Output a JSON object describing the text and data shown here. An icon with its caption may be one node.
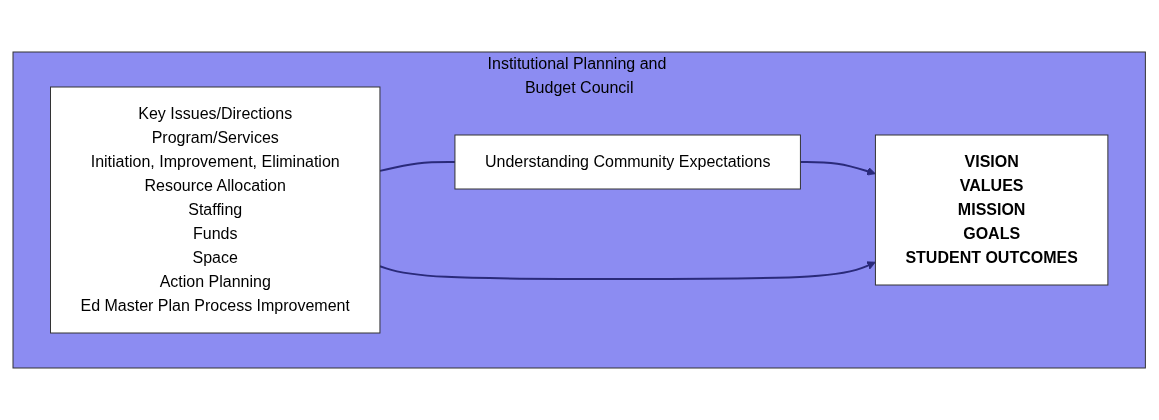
{
  "diagram": {
    "nodes": [
      {
        "text": [
          "Institutional Planning and Budget Council"
        ]
      },
      {
        "text": [
          "Understanding Community Expectations"
        ],
        "in": 0
      },
      {
        "text": [
          "VISION",
          "VALUES",
          "MISSION",
          "GOALS",
          "STUDENT OUTCOMES"
        ],
        "in": 0
      },
      {
        "text": [
          "Key Issues/Directions",
          "Program/Services",
          "Initiation, Improvement, Elimination",
          "Resource Allocation",
          "Staffing",
          "Funds",
          "Space",
          "Action Planning",
          "Ed Master Plan Process Improvement"
        ],
        "in": 0
      }
    ],
    "edges": [
      {
        "from": 1,
        "to": 2,
        "arrow": "to"
      },
      {
        "from": 3,
        "to": 2,
        "arrow": "to"
      },
      {
        "from": 3,
        "to": 1,
        "arrow": "none"
      }
    ]
  }
}
